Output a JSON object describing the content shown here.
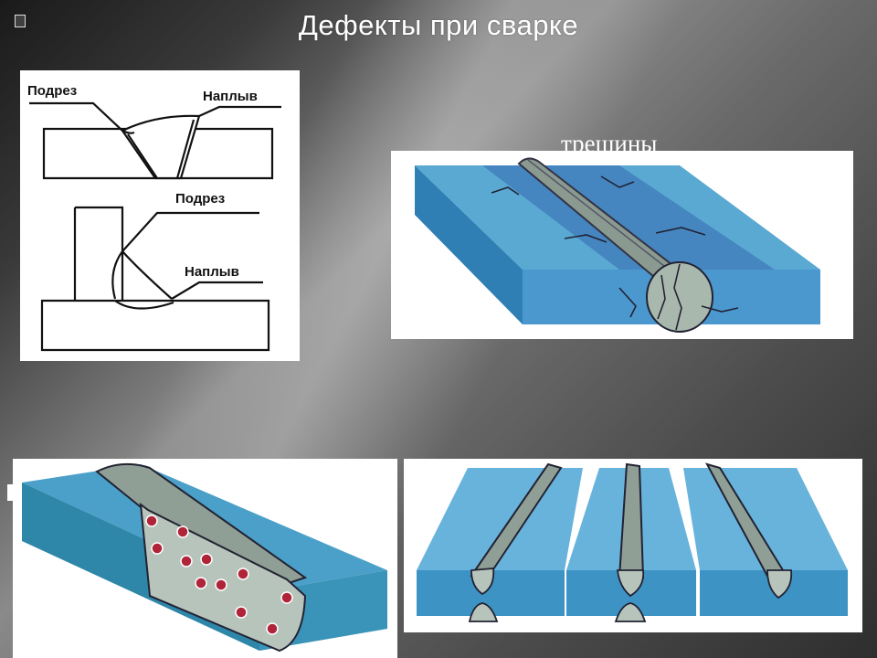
{
  "slide": {
    "title": "Дефекты при сварке",
    "caption": "трещины"
  },
  "diagram": {
    "labels": {
      "undercut_top": "Подрез",
      "overlap_top": "Наплыв",
      "undercut_bottom": "Подрез",
      "overlap_bottom": "Наплыв"
    }
  },
  "colors": {
    "plate_top": "#5aa9d3",
    "plate_side": "#2f7fb4",
    "seam": "#7f8f86",
    "pore": "#b0243a"
  }
}
